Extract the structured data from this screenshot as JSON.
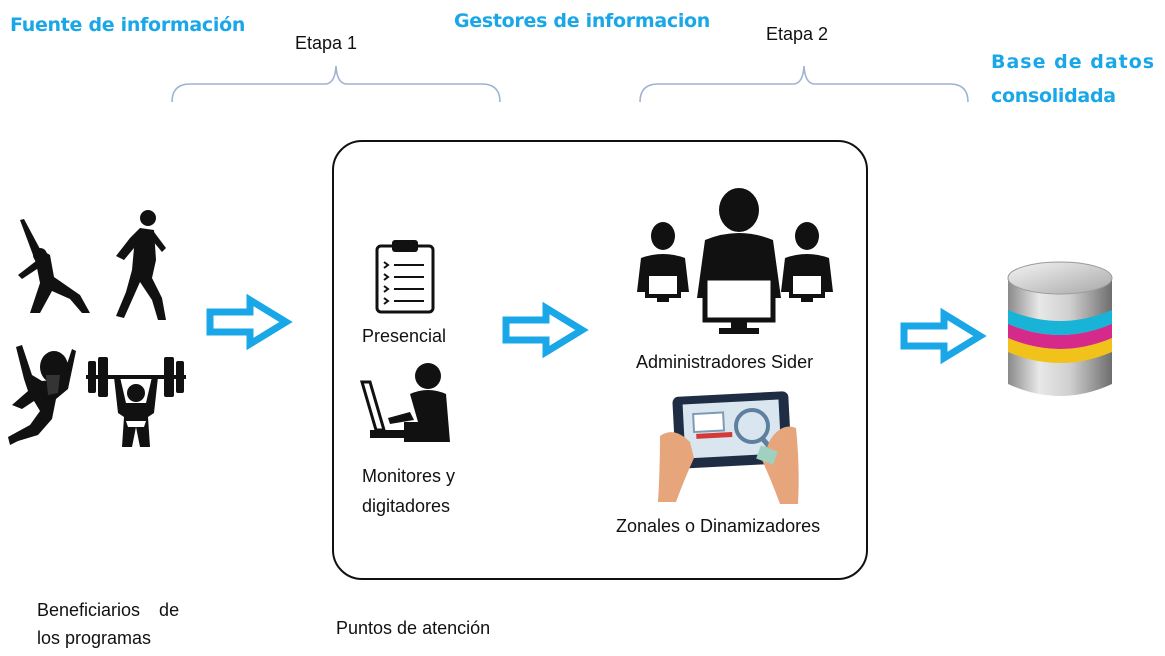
{
  "headers": {
    "source": "Fuente de información",
    "managers": "Gestores de informacion",
    "database_line1": "Base de datos",
    "database_line2": "consolidada"
  },
  "stages": {
    "stage1": "Etapa 1",
    "stage2": "Etapa 2"
  },
  "labels": {
    "presencial": "Presencial",
    "monitors_line1": "Monitores y",
    "monitors_line2": "digitadores",
    "admins": "Administradores Sider",
    "zonales": "Zonales o Dinamizadores",
    "beneficiaries_line1": "Beneficiarios de",
    "beneficiaries_line2": "los programas",
    "points": "Puntos de atención"
  },
  "icons": {
    "athletes": [
      "yoga-athlete-icon",
      "runner-icon",
      "skater-icon",
      "weightlifter-icon"
    ],
    "clipboard": "clipboard-icon",
    "laptop_user": "laptop-user-icon",
    "admin_group": "admin-group-icon",
    "tablet_hands": "tablet-hands-icon",
    "database": "database-icon",
    "arrow": "arrow-right-icon"
  },
  "colors": {
    "accent_blue": "#1aa7e8",
    "brace_blue": "#9fb4cf",
    "db_stripes": [
      "#18b4d8",
      "#d62a8a",
      "#f0c21a"
    ]
  }
}
